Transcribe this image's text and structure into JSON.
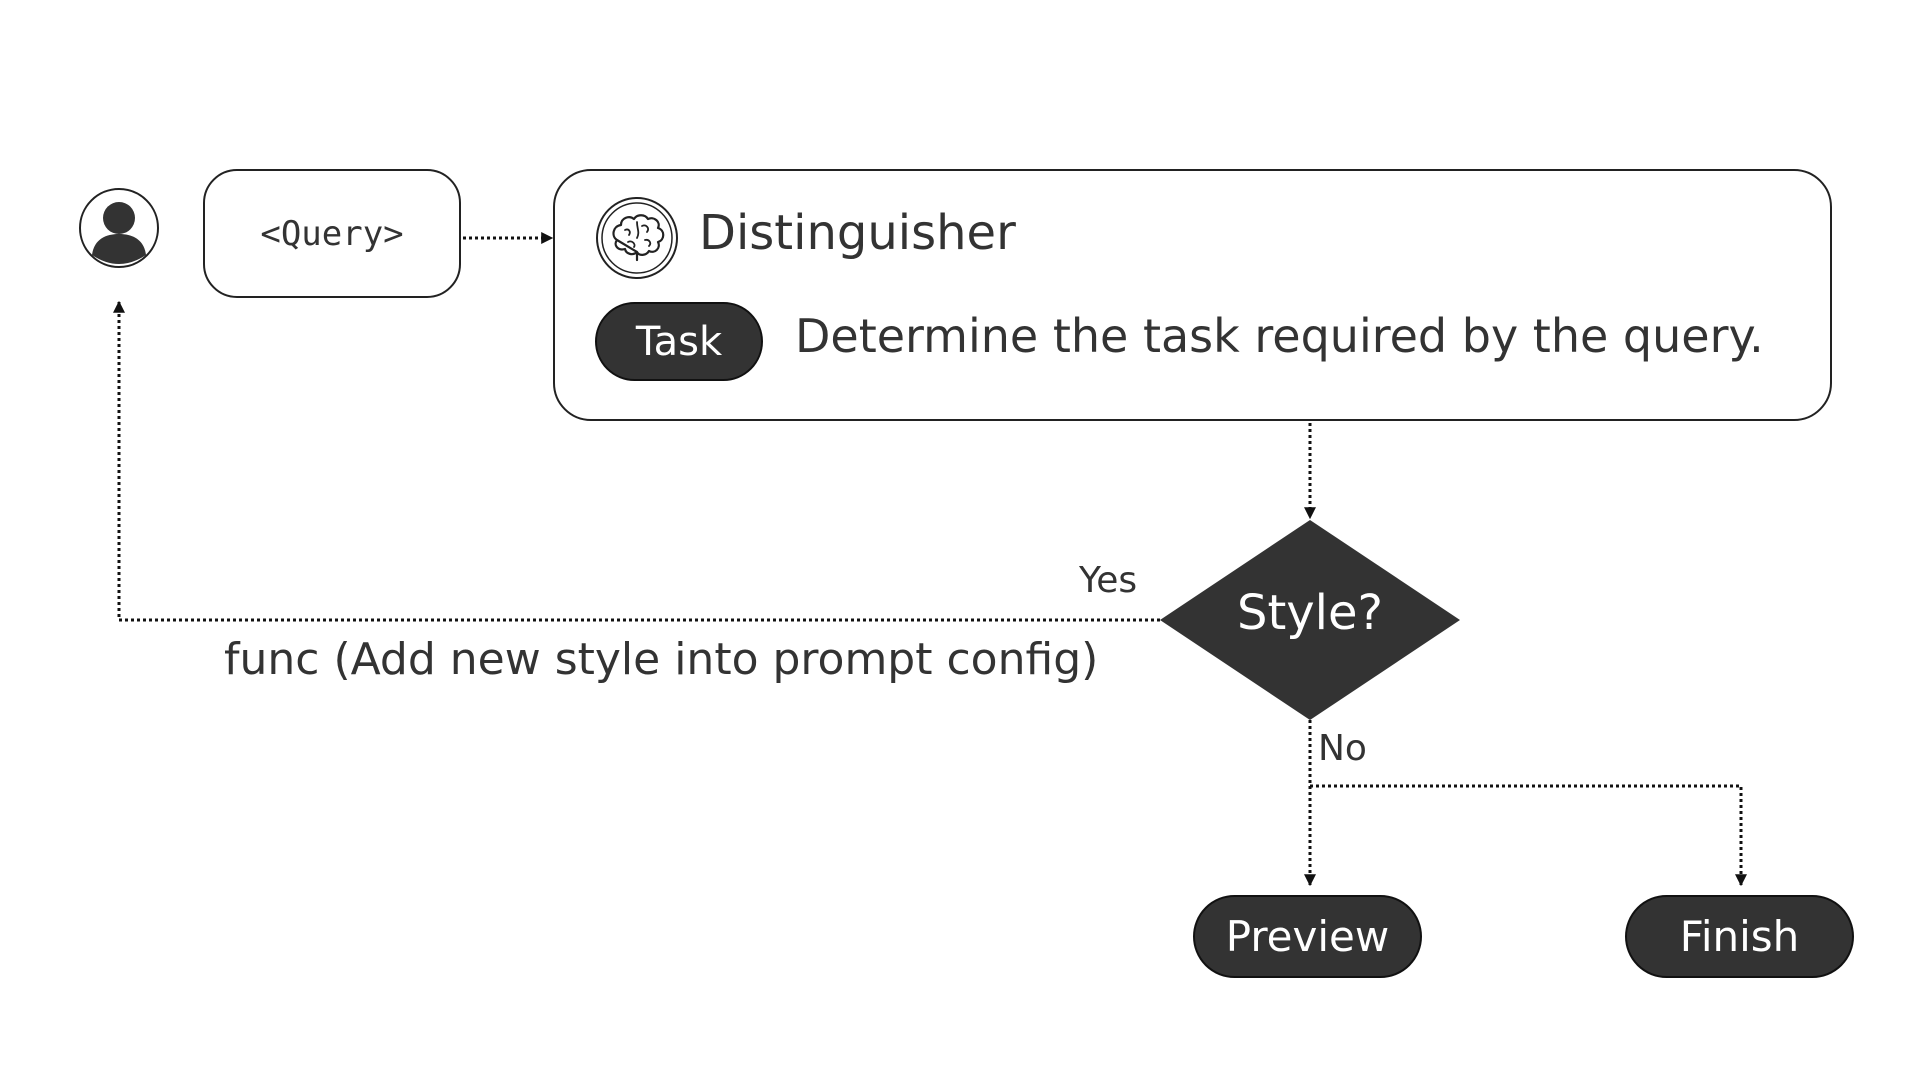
{
  "user": {
    "icon": "user-avatar-icon"
  },
  "query": {
    "label": "<Query>"
  },
  "agent": {
    "icon": "brain-icon",
    "title": "Distinguisher",
    "task_badge": "Task",
    "task_description": "Determine the task required by the query."
  },
  "decision": {
    "question": "Style?",
    "yes_label": "Yes",
    "no_label": "No",
    "yes_action": "func (Add new style into prompt config)"
  },
  "outcomes": {
    "preview": "Preview",
    "finish": "Finish"
  },
  "colors": {
    "node_fill": "#333333",
    "line": "#111111",
    "text": "#333333",
    "background": "#ffffff"
  }
}
